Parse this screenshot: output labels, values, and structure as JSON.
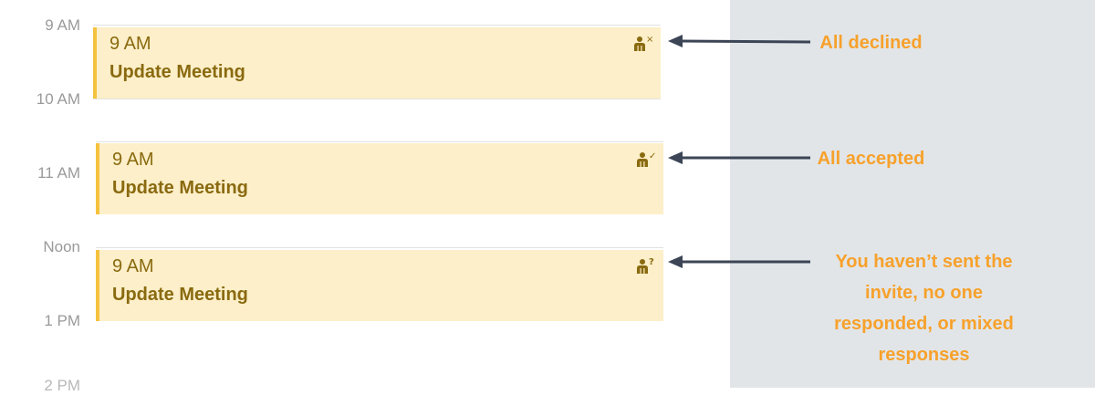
{
  "timeline": {
    "labels": [
      "9 AM",
      "10 AM",
      "11 AM",
      "Noon",
      "1 PM",
      "2 PM"
    ]
  },
  "events": [
    {
      "time": "9 AM",
      "title": "Update Meeting",
      "status_icon": "attendee-declined-icon",
      "status_mark": "×"
    },
    {
      "time": "9 AM",
      "title": "Update Meeting",
      "status_icon": "attendee-accepted-icon",
      "status_mark": "✓"
    },
    {
      "time": "9 AM",
      "title": "Update Meeting",
      "status_icon": "attendee-pending-icon",
      "status_mark": "?"
    }
  ],
  "annotations": {
    "declined": "All declined",
    "accepted": "All accepted",
    "pending": [
      "You haven’t sent the",
      "invite, no one",
      "responded, or mixed",
      "responses"
    ]
  },
  "colors": {
    "event_bg": "#fcefc9",
    "event_border": "#f5c23e",
    "event_text": "#8a6a10",
    "annotation_text": "#f7a12b",
    "arrow": "#3b4556",
    "panel_bg": "#e1e5e8"
  }
}
